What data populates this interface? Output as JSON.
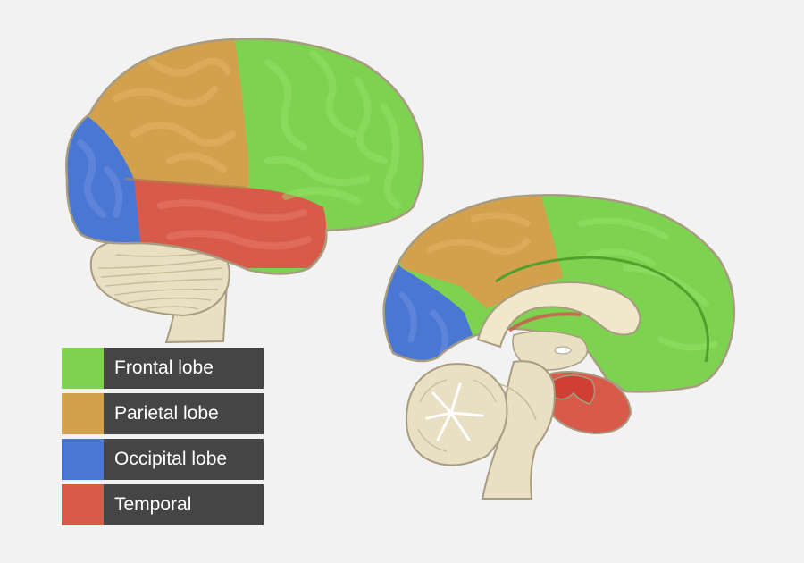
{
  "colors": {
    "background": "#f2f2f2",
    "frontal": "#7dd34f",
    "parietal": "#d3a04e",
    "occipital": "#4a76d4",
    "temporal": "#d75a4a",
    "cerebellum": "#e9dfc2",
    "brainstem": "#e9dfc2",
    "corpus_callosum": "#f1e8cc",
    "hypothalamus": "#cf3f33",
    "sulcus": "#5fb73c",
    "outline": "#a89c80",
    "legend_label_bg": "#454545",
    "legend_text": "#ffffff"
  },
  "legend": {
    "items": [
      {
        "key": "frontal",
        "label": "Frontal lobe",
        "color": "#7dd34f"
      },
      {
        "key": "parietal",
        "label": "Parietal lobe",
        "color": "#d3a04e"
      },
      {
        "key": "occipital",
        "label": "Occipital lobe",
        "color": "#4a76d4"
      },
      {
        "key": "temporal",
        "label": "Temporal",
        "color": "#d75a4a"
      }
    ]
  }
}
